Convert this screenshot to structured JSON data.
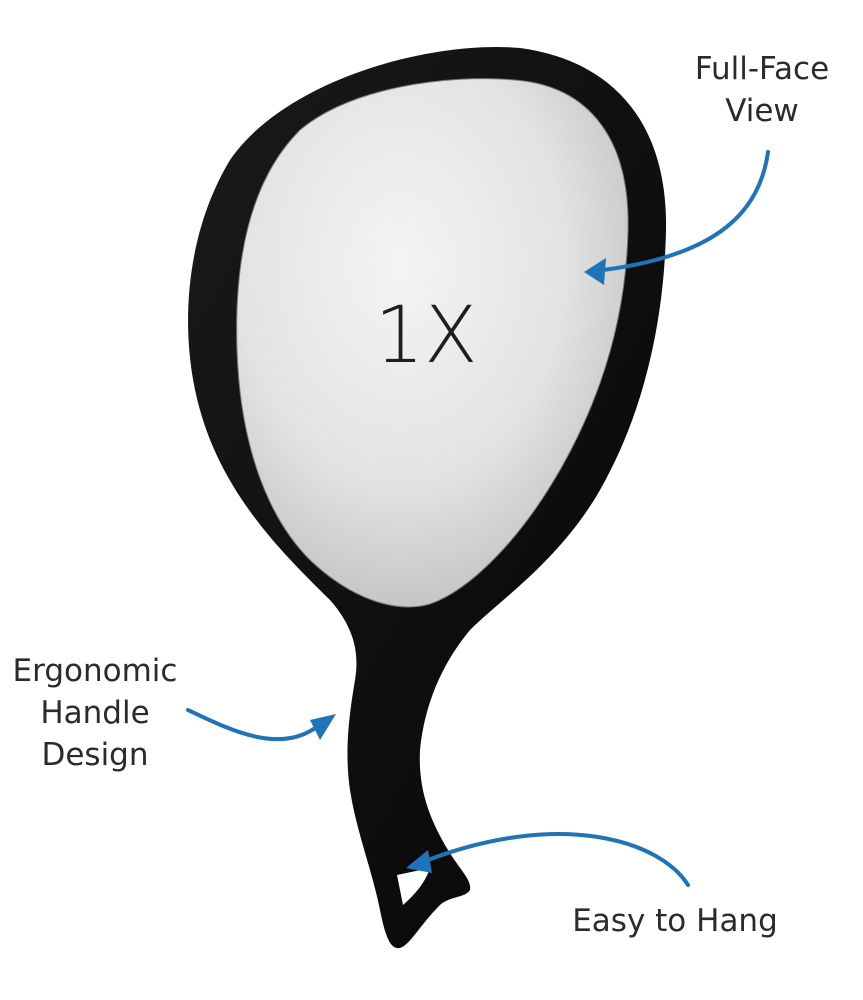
{
  "magnification_label": "1X",
  "callouts": {
    "full_face": {
      "line1": "Full-Face",
      "line2": "View"
    },
    "handle": {
      "line1": "Ergonomic",
      "line2": "Handle",
      "line3": "Design"
    },
    "hang": {
      "line1": "Easy to Hang"
    }
  },
  "colors": {
    "frame": "#0d0d0d",
    "arrow": "#1f73b8",
    "text": "#2b2b2b",
    "mirror_light": "#f2f2f2",
    "mirror_dark": "#bdbdbd"
  }
}
